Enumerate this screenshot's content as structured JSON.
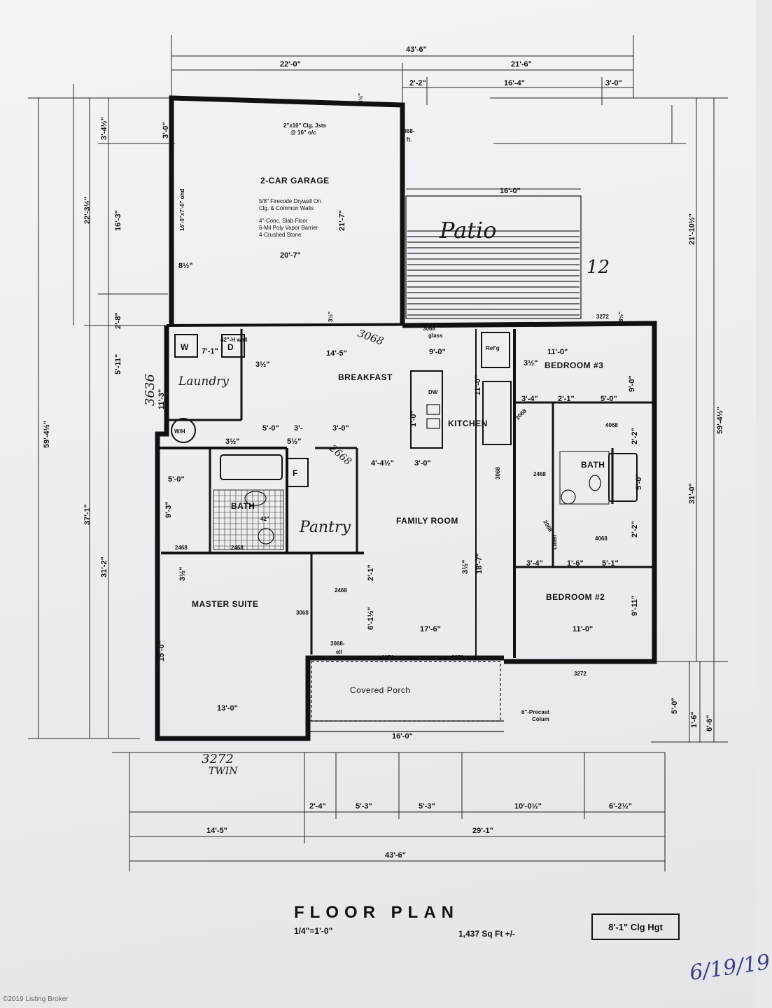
{
  "title": "FLOOR PLAN",
  "scale": "1/4\"=1'-0\"",
  "sqft": "1,437 Sq Ft +/-",
  "ceiling": "8'-1\" Clg Hgt",
  "date": "6/19/19",
  "copyright": "©2019 Listing Broker",
  "rooms": {
    "garage": "2-CAR GARAGE",
    "garage_notes": [
      "5/8\" Firecode Drywall On",
      "Clg. & Common Walls",
      "4\"-Conc. Slab Floor",
      "6-Mil Poly Vapor Barrier",
      "4-Crushed Stone"
    ],
    "patio": "Patio",
    "laundry": "Laundry",
    "breakfast": "BREAKFAST",
    "kitchen": "KITCHEN",
    "bedroom3": "BEDROOM #3",
    "bedroom2": "BEDROOM #2",
    "bath_left": "BATH",
    "bath_right": "BATH",
    "pantry": "Pantry",
    "family": "FAMILY ROOM",
    "master": "MASTER SUITE",
    "porch": "Covered Porch",
    "linen": "Linen",
    "wh": "W/H",
    "f": "F",
    "w": "W",
    "d": "D",
    "refg": "Ref'g",
    "dw": "DW",
    "patio_num": "12",
    "window_3636": "3636",
    "window_3272_twin_1": "3272",
    "window_3272_twin_2": "TWIN"
  },
  "dims": {
    "top_total": "43'-6\"",
    "top_left": "22'-0\"",
    "top_right": "21'-6\"",
    "top_a": "2'-2\"",
    "top_b": "16'-4\"",
    "top_c": "3'-0\"",
    "right_3": "3'-0\"",
    "patio_w": "16'-0\"",
    "right_21": "21'-10½\"",
    "right_total": "59'-4½\"",
    "right_31": "31'-0\"",
    "right_5": "5'-0\"",
    "right_16": "1'-6\"",
    "right_66": "6'-6\"",
    "left_total": "59'-4½\"",
    "left_22": "22'-3½\"",
    "left_34": "3'-4½\"",
    "left_163": "16'-3\"",
    "left_28": "2'-8\"",
    "left_511": "5'-11\"",
    "left_371": "37'-1\"",
    "left_312": "31'-2\"",
    "garage_w": "20'-7\"",
    "garage_h": "21'-7\"",
    "garage_85": "8½\"",
    "garage_85b": "8½\"",
    "garage_35": "3½\"",
    "garage_door": "16'-0\"x7'-0\" ohd",
    "garage_clg": "2\"x10\" Clg. Jsts",
    "garage_oc": "@ 16\" o/c",
    "door_2868": "2868-",
    "door_2868b": "4 ft.",
    "patio_85": "8½\"",
    "w3272_top": "3272",
    "dim_145": "14'-5\"",
    "dim_90": "9'-0\"",
    "dim_110a": "11'-0\"",
    "dim_35a": "3½\"",
    "dim_71": "7'-1\"",
    "dim_113": "11'-3\"",
    "dim_110b": "11'-0\"",
    "dim_10": "1'-0\"",
    "dim_90b": "9'-0\"",
    "dim_34": "3'-4\"",
    "dim_21": "2'-1\"",
    "dim_50": "5'-0\"",
    "dim_35b": "3½\"",
    "dim_55": "5½\"",
    "dim_30": "3'-0\"",
    "dim_30b": "3'-0\"",
    "dim_3c": "3'-",
    "dim_441": "4'-4½\"",
    "dim_50b": "5'-0\"",
    "dim_93": "9'-3\"",
    "dim_22": "2'-2\"",
    "dim_50c": "5'-0\"",
    "dim_22b": "2'-2\"",
    "dim_187": "18'-7\"",
    "dim_34b": "3'-4\"",
    "dim_16": "1'-6\"",
    "dim_51": "5'-1\"",
    "dim_911": "9'-11\"",
    "dim_35c": "3½\"",
    "dim_35d": "3½\"",
    "dim_21b": "2'-1\"",
    "dim_61": "6'-1½\"",
    "dim_176": "17'-6\"",
    "dim_110c": "11'-0\"",
    "dim_150": "15'-0\"",
    "dim_130": "13'-0\"",
    "dim_160": "16'-0\"",
    "bot_24": "2'-4\"",
    "bot_53a": "5'-3\"",
    "bot_53b": "5'-3\"",
    "bot_100": "10'-0½\"",
    "bot_62": "6'-2½\"",
    "bot_145": "14'-5\"",
    "bot_291": "29'-1\"",
    "bot_total": "43'-6\"",
    "w2872a": "2872",
    "w2872b": "2872",
    "w3272b": "3272",
    "col": "6\"-Precast",
    "col2": "Colum",
    "door_3068a": "3068",
    "door_3068b": "3068",
    "door_3068c": "3068-",
    "door_3068c2": "ell",
    "door_2468": "2468",
    "door_2468b": "2468",
    "door_2468c": "2468",
    "door_4068": "4068",
    "door_4068b": "4068",
    "door_2068": "2068",
    "door_2068b": "2068",
    "door_3068d": "3068",
    "door_3068e": "3068",
    "door_3068_glass": "glass",
    "hand_3068": "3068",
    "hand_3068b": "3068",
    "hand_2668": "2668",
    "wall_42": "42\"-H wall",
    "wall_42b": "42\""
  }
}
